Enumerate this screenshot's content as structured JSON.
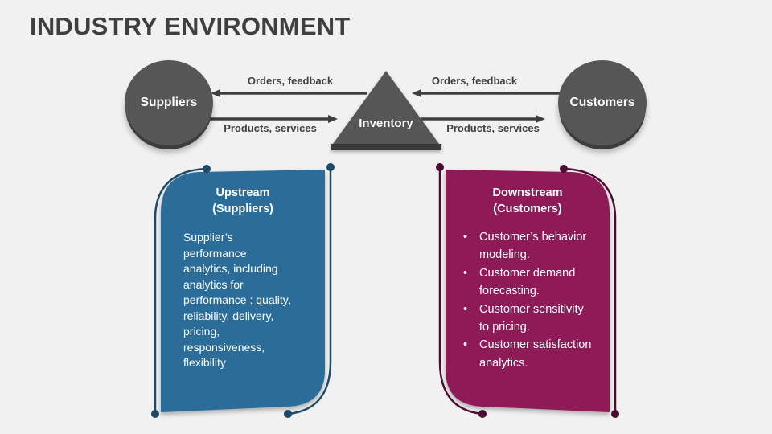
{
  "slide": {
    "title": "INDUSTRY ENVIRONMENT"
  },
  "palette": {
    "bg": "#f1f1f1",
    "ink": "#3f3f3f",
    "shape": "#565656",
    "shape-dark": "#3d3d3d",
    "blue-fill": "#2b6d98",
    "blue-stroke": "#1b4a69",
    "maroon-fill": "#8e1a57",
    "maroon-stroke": "#4c0c30"
  },
  "diagram": {
    "nodes": {
      "suppliers": "Suppliers",
      "inventory": "Inventory",
      "customers": "Customers"
    },
    "arrows": {
      "left_top": "Orders, feedback",
      "left_bottom": "Products, services",
      "right_top": "Orders, feedback",
      "right_bottom": "Products, services"
    }
  },
  "cards": {
    "upstream": {
      "title": "Upstream\n(Suppliers)",
      "body": "Supplier’s\nperformance\nanalytics, including\nanalytics for\nperformance : quality,\nreliability, delivery,\npricing,\nresponsiveness,\nflexibility"
    },
    "downstream": {
      "title": "Downstream\n(Customers)",
      "bullets": [
        "Customer’s behavior\nmodeling.",
        "Customer demand\nforecasting.",
        "Customer sensitivity\nto pricing.",
        "Customer satisfaction\nanalytics."
      ]
    }
  }
}
